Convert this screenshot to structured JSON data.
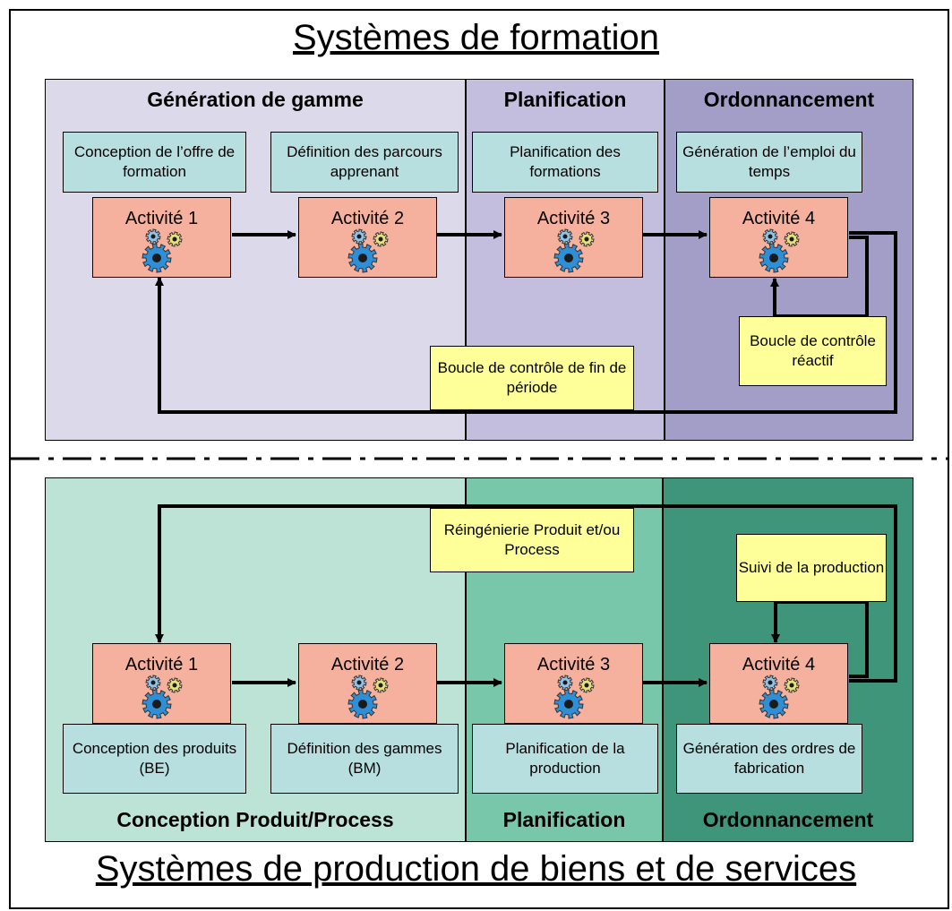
{
  "top": {
    "title": "Systèmes de formation",
    "zones": [
      "Génération de gamme",
      "Planification",
      "Ordonnancement"
    ],
    "descriptions": [
      "Conception de l’offre de formation",
      "Définition des parcours apprenant",
      "Planification des formations",
      "Génération de l’emploi du temps"
    ],
    "activities": [
      "Activité 1",
      "Activité 2",
      "Activité 3",
      "Activité 4"
    ],
    "notes": {
      "reactive": "Boucle de contrôle réactif",
      "period": "Boucle de contrôle de fin de période"
    }
  },
  "bottom": {
    "title": "Systèmes de production de biens et de services",
    "zones": [
      "Conception Produit/Process",
      "Planification",
      "Ordonnancement"
    ],
    "descriptions": [
      "Conception des produits (BE)",
      "Définition des gammes (BM)",
      "Planification de la production",
      "Génération des ordres de fabrication"
    ],
    "activities": [
      "Activité 1",
      "Activité 2",
      "Activité 3",
      "Activité 4"
    ],
    "notes": {
      "reengineering": "Réingénierie Produit et/ou Process",
      "followup": "Suivi de la production"
    }
  },
  "colors": {
    "top_zone_1": "#dcdaea",
    "top_zone_2": "#c3bedd",
    "top_zone_3": "#a29ec8",
    "bottom_zone_1": "#bde3d7",
    "bottom_zone_2": "#79c7ab",
    "bottom_zone_3": "#3f957a",
    "description": "#b7dfe0",
    "activity": "#f5b19e",
    "note": "#ffff99",
    "gear_main": "#2e8fd6",
    "gear_small_1": "#8fc2e6",
    "gear_small_2": "#e8e07a"
  }
}
